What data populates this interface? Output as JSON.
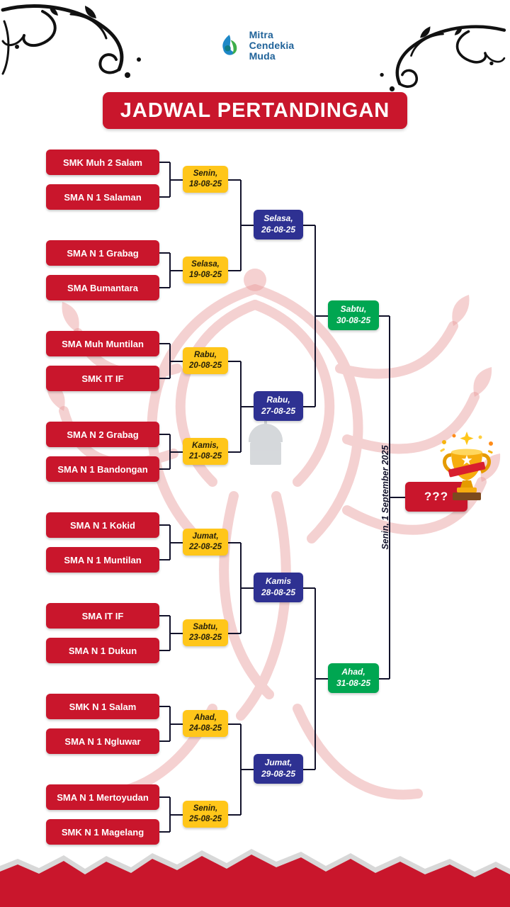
{
  "logo": {
    "line1": "Mitra",
    "line2": "Cendekia",
    "line3": "Muda"
  },
  "title": "JADWAL PERTANDINGAN",
  "bracket": {
    "round1": [
      {
        "team1": "SMK Muh 2 Salam",
        "team2": "SMA N 1 Salaman",
        "day": "Senin,",
        "date": "18-08-25"
      },
      {
        "team1": "SMA N 1 Grabag",
        "team2": "SMA Bumantara",
        "day": "Selasa,",
        "date": "19-08-25"
      },
      {
        "team1": "SMA Muh Muntilan",
        "team2": "SMK IT IF",
        "day": "Rabu,",
        "date": "20-08-25"
      },
      {
        "team1": "SMA N 2 Grabag",
        "team2": "SMA N 1 Bandongan",
        "day": "Kamis,",
        "date": "21-08-25"
      },
      {
        "team1": "SMA N 1 Kokid",
        "team2": "SMA N 1 Muntilan",
        "day": "Jumat,",
        "date": "22-08-25"
      },
      {
        "team1": "SMA IT IF",
        "team2": "SMA N 1 Dukun",
        "day": "Sabtu,",
        "date": "23-08-25"
      },
      {
        "team1": "SMK N 1 Salam",
        "team2": "SMA N 1 Ngluwar",
        "day": "Ahad,",
        "date": "24-08-25"
      },
      {
        "team1": "SMA N 1 Mertoyudan",
        "team2": "SMK N 1 Magelang",
        "day": "Senin,",
        "date": "25-08-25"
      }
    ],
    "round2": [
      {
        "day": "Selasa,",
        "date": "26-08-25"
      },
      {
        "day": "Rabu,",
        "date": "27-08-25"
      },
      {
        "day": "Kamis",
        "date": "28-08-25"
      },
      {
        "day": "Jumat,",
        "date": "29-08-25"
      }
    ],
    "round3": [
      {
        "day": "Sabtu,",
        "date": "30-08-25"
      },
      {
        "day": "Ahad,",
        "date": "31-08-25"
      }
    ],
    "final": {
      "date_vertical": "Senin, 1 September 2025",
      "winner_placeholder": "???"
    }
  },
  "colors": {
    "red": "#C9162C",
    "yellow": "#FFC61A",
    "blue": "#2E3192",
    "green": "#00A651",
    "line": "#13132B"
  }
}
